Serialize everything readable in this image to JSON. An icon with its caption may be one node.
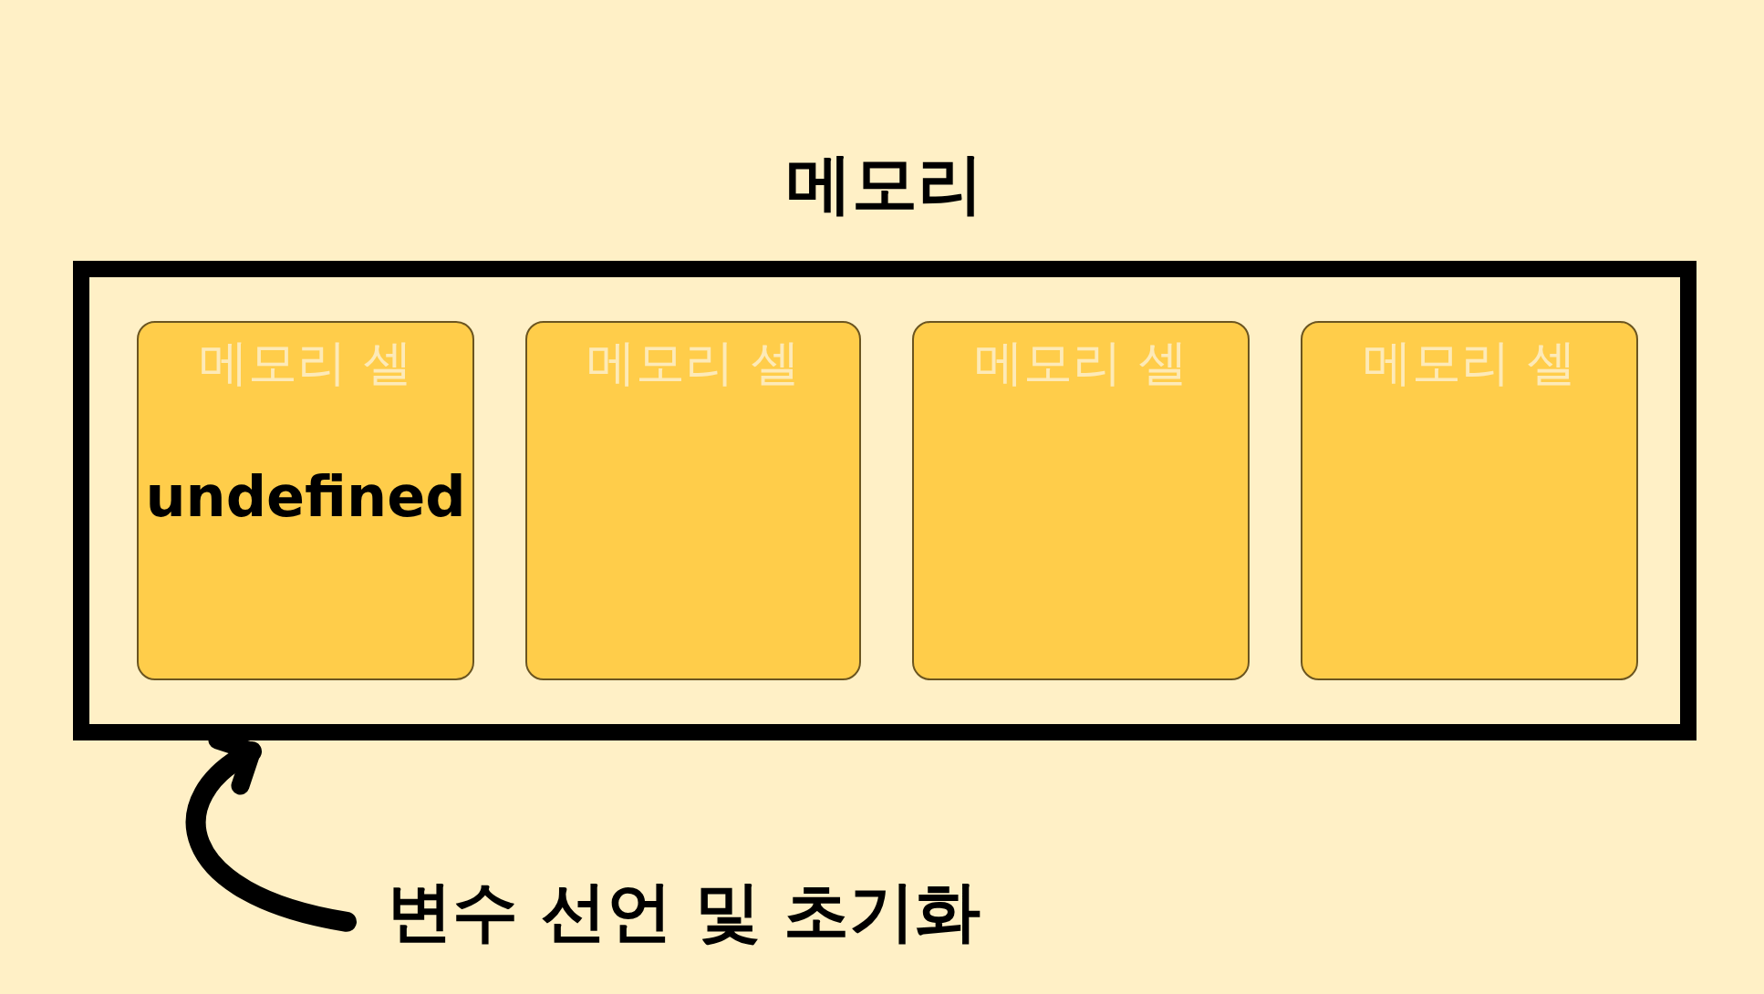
{
  "diagram": {
    "nodes": [
      {
        "text": [
          "메모리"
        ]
      },
      {
        "text": [
          "메모리 셀",
          "undefined"
        ],
        "in": 0
      },
      {
        "text": [
          "메모리 셀"
        ],
        "in": 0
      },
      {
        "text": [
          "메모리 셀"
        ],
        "in": 0
      },
      {
        "text": [
          "메모리 셀"
        ],
        "in": 0
      },
      {
        "text": [
          "변수 선언 및 초기화"
        ]
      }
    ],
    "edges": [
      {
        "from": 5,
        "to": 0,
        "arrow": "to"
      }
    ]
  }
}
